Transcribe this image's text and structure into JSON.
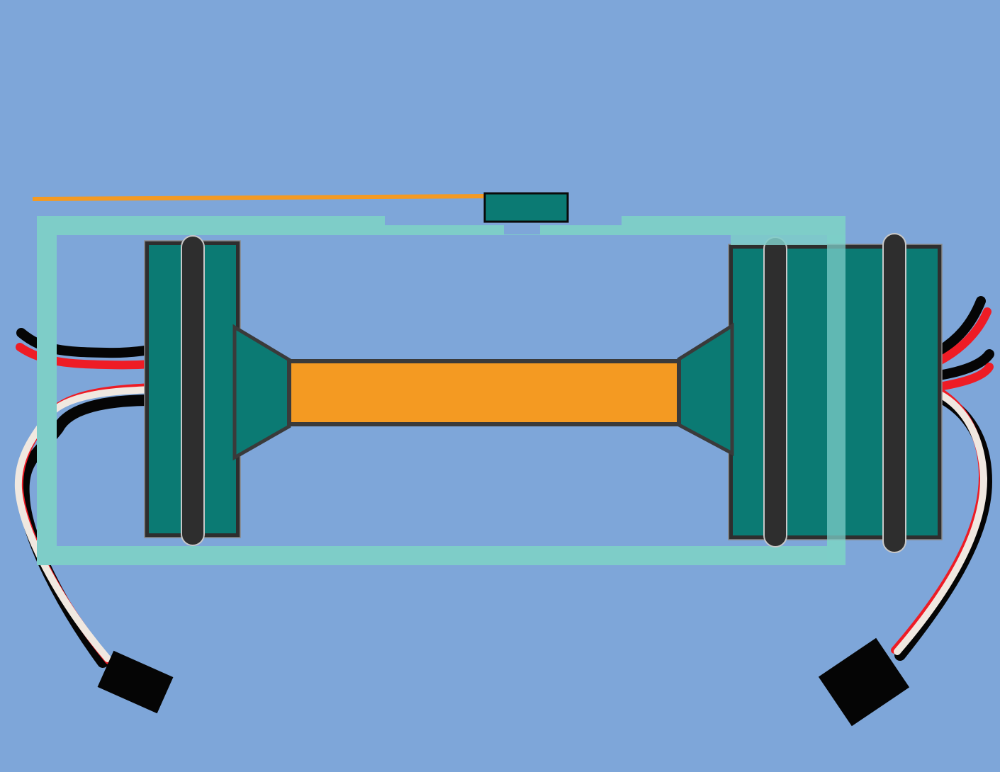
{
  "diagram": {
    "colors": {
      "background": "#7ea6d9",
      "frame": "#7ecdc8",
      "wheel_fill": "#0b7a73",
      "tire": "#2e2e2e",
      "axle": "#f49a22",
      "outline": "#3a3a3a",
      "antenna": "#f49a22",
      "receiver": "#0b7a73",
      "wire_black": "#050505",
      "wire_red": "#ee1c25",
      "wire_white": "#f0e8e0",
      "connector": "#050505"
    },
    "components": {
      "frame": "chassis-frame",
      "antenna": "antenna-wire",
      "receiver": "receiver-module",
      "left_wheel": "left-wheel-motor",
      "right_wheel": "right-wheel-motor-double",
      "axle": "center-axle",
      "left_cable": "servo-cable-left",
      "right_cable": "servo-cable-right",
      "left_connector": "servo-connector-left",
      "right_connector": "servo-connector-right"
    }
  }
}
